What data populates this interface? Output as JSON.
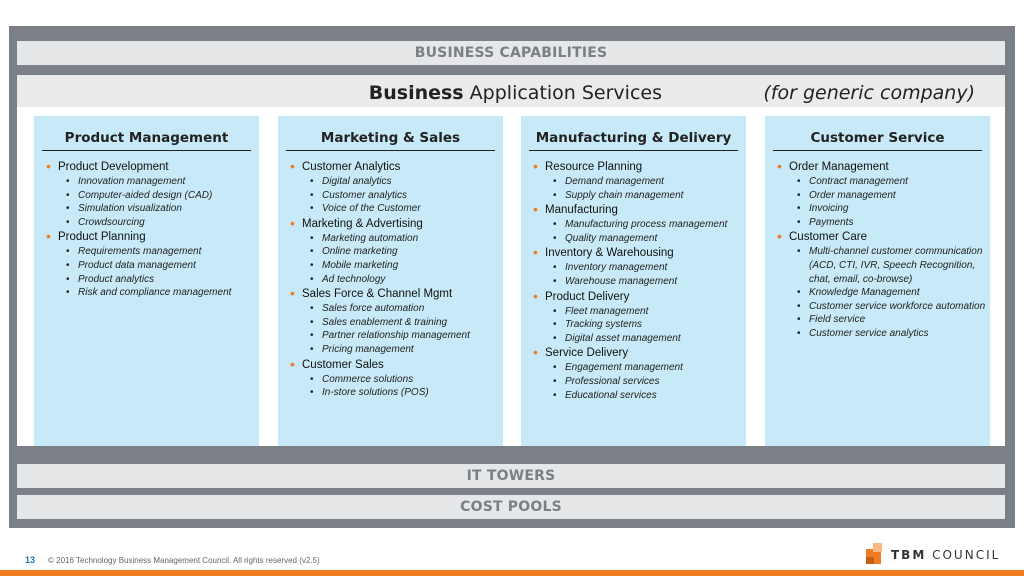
{
  "bands": {
    "capabilities": "BUSINESS CAPABILITIES",
    "towers": "IT TOWERS",
    "cost_pools": "COST POOLS"
  },
  "header": {
    "title_bold": "Business",
    "title_rest": "Application Services",
    "subtitle": "(for generic company)"
  },
  "columns": [
    {
      "heading": "Product Management",
      "items": [
        {
          "label": "Product Development",
          "subs": [
            "Innovation management",
            "Computer-aided design (CAD)",
            "Simulation visualization",
            "Crowdsourcing"
          ]
        },
        {
          "label": "Product Planning",
          "subs": [
            "Requirements management",
            "Product data management",
            "Product analytics",
            "Risk and compliance management"
          ]
        }
      ]
    },
    {
      "heading": "Marketing & Sales",
      "items": [
        {
          "label": "Customer Analytics",
          "subs": [
            "Digital analytics",
            "Customer analytics",
            "Voice of the Customer"
          ]
        },
        {
          "label": "Marketing & Advertising",
          "subs": [
            "Marketing automation",
            "Online marketing",
            "Mobile marketing",
            "Ad technology"
          ]
        },
        {
          "label": "Sales Force & Channel Mgmt",
          "subs": [
            "Sales force automation",
            "Sales enablement & training",
            "Partner relationship management",
            "Pricing management"
          ]
        },
        {
          "label": "Customer Sales",
          "subs": [
            "Commerce solutions",
            "In-store solutions (POS)"
          ]
        }
      ]
    },
    {
      "heading": "Manufacturing & Delivery",
      "items": [
        {
          "label": "Resource Planning",
          "subs": [
            "Demand management",
            "Supply chain management"
          ]
        },
        {
          "label": "Manufacturing",
          "subs": [
            "Manufacturing process management",
            "Quality management"
          ]
        },
        {
          "label": "Inventory & Warehousing",
          "subs": [
            "Inventory management",
            "Warehouse management"
          ]
        },
        {
          "label": "Product Delivery",
          "subs": [
            "Fleet management",
            "Tracking systems",
            "Digital asset management"
          ]
        },
        {
          "label": "Service Delivery",
          "subs": [
            "Engagement management",
            "Professional services",
            "Educational services"
          ]
        }
      ]
    },
    {
      "heading": "Customer Service",
      "items": [
        {
          "label": "Order Management",
          "subs": [
            "Contract management",
            "Order management",
            "Invoicing",
            "Payments"
          ]
        },
        {
          "label": "Customer Care",
          "subs": [
            "Multi-channel customer communication (ACD, CTI, IVR, Speech Recognition, chat, email, co-browse)",
            "Knowledge Management",
            "Customer service workforce automation",
            "Field service",
            "Customer service analytics"
          ]
        }
      ]
    }
  ],
  "footer": {
    "page_number": "13",
    "copyright": "© 2016 Technology Business Management Council. All rights reserved (v2.5)",
    "logo_bold": "TBM",
    "logo_rest": "COUNCIL"
  },
  "colors": {
    "frame": "#7b7f86",
    "band": "#e6e7e8",
    "column": "#c8e9f7",
    "accent": "#f07c22"
  }
}
